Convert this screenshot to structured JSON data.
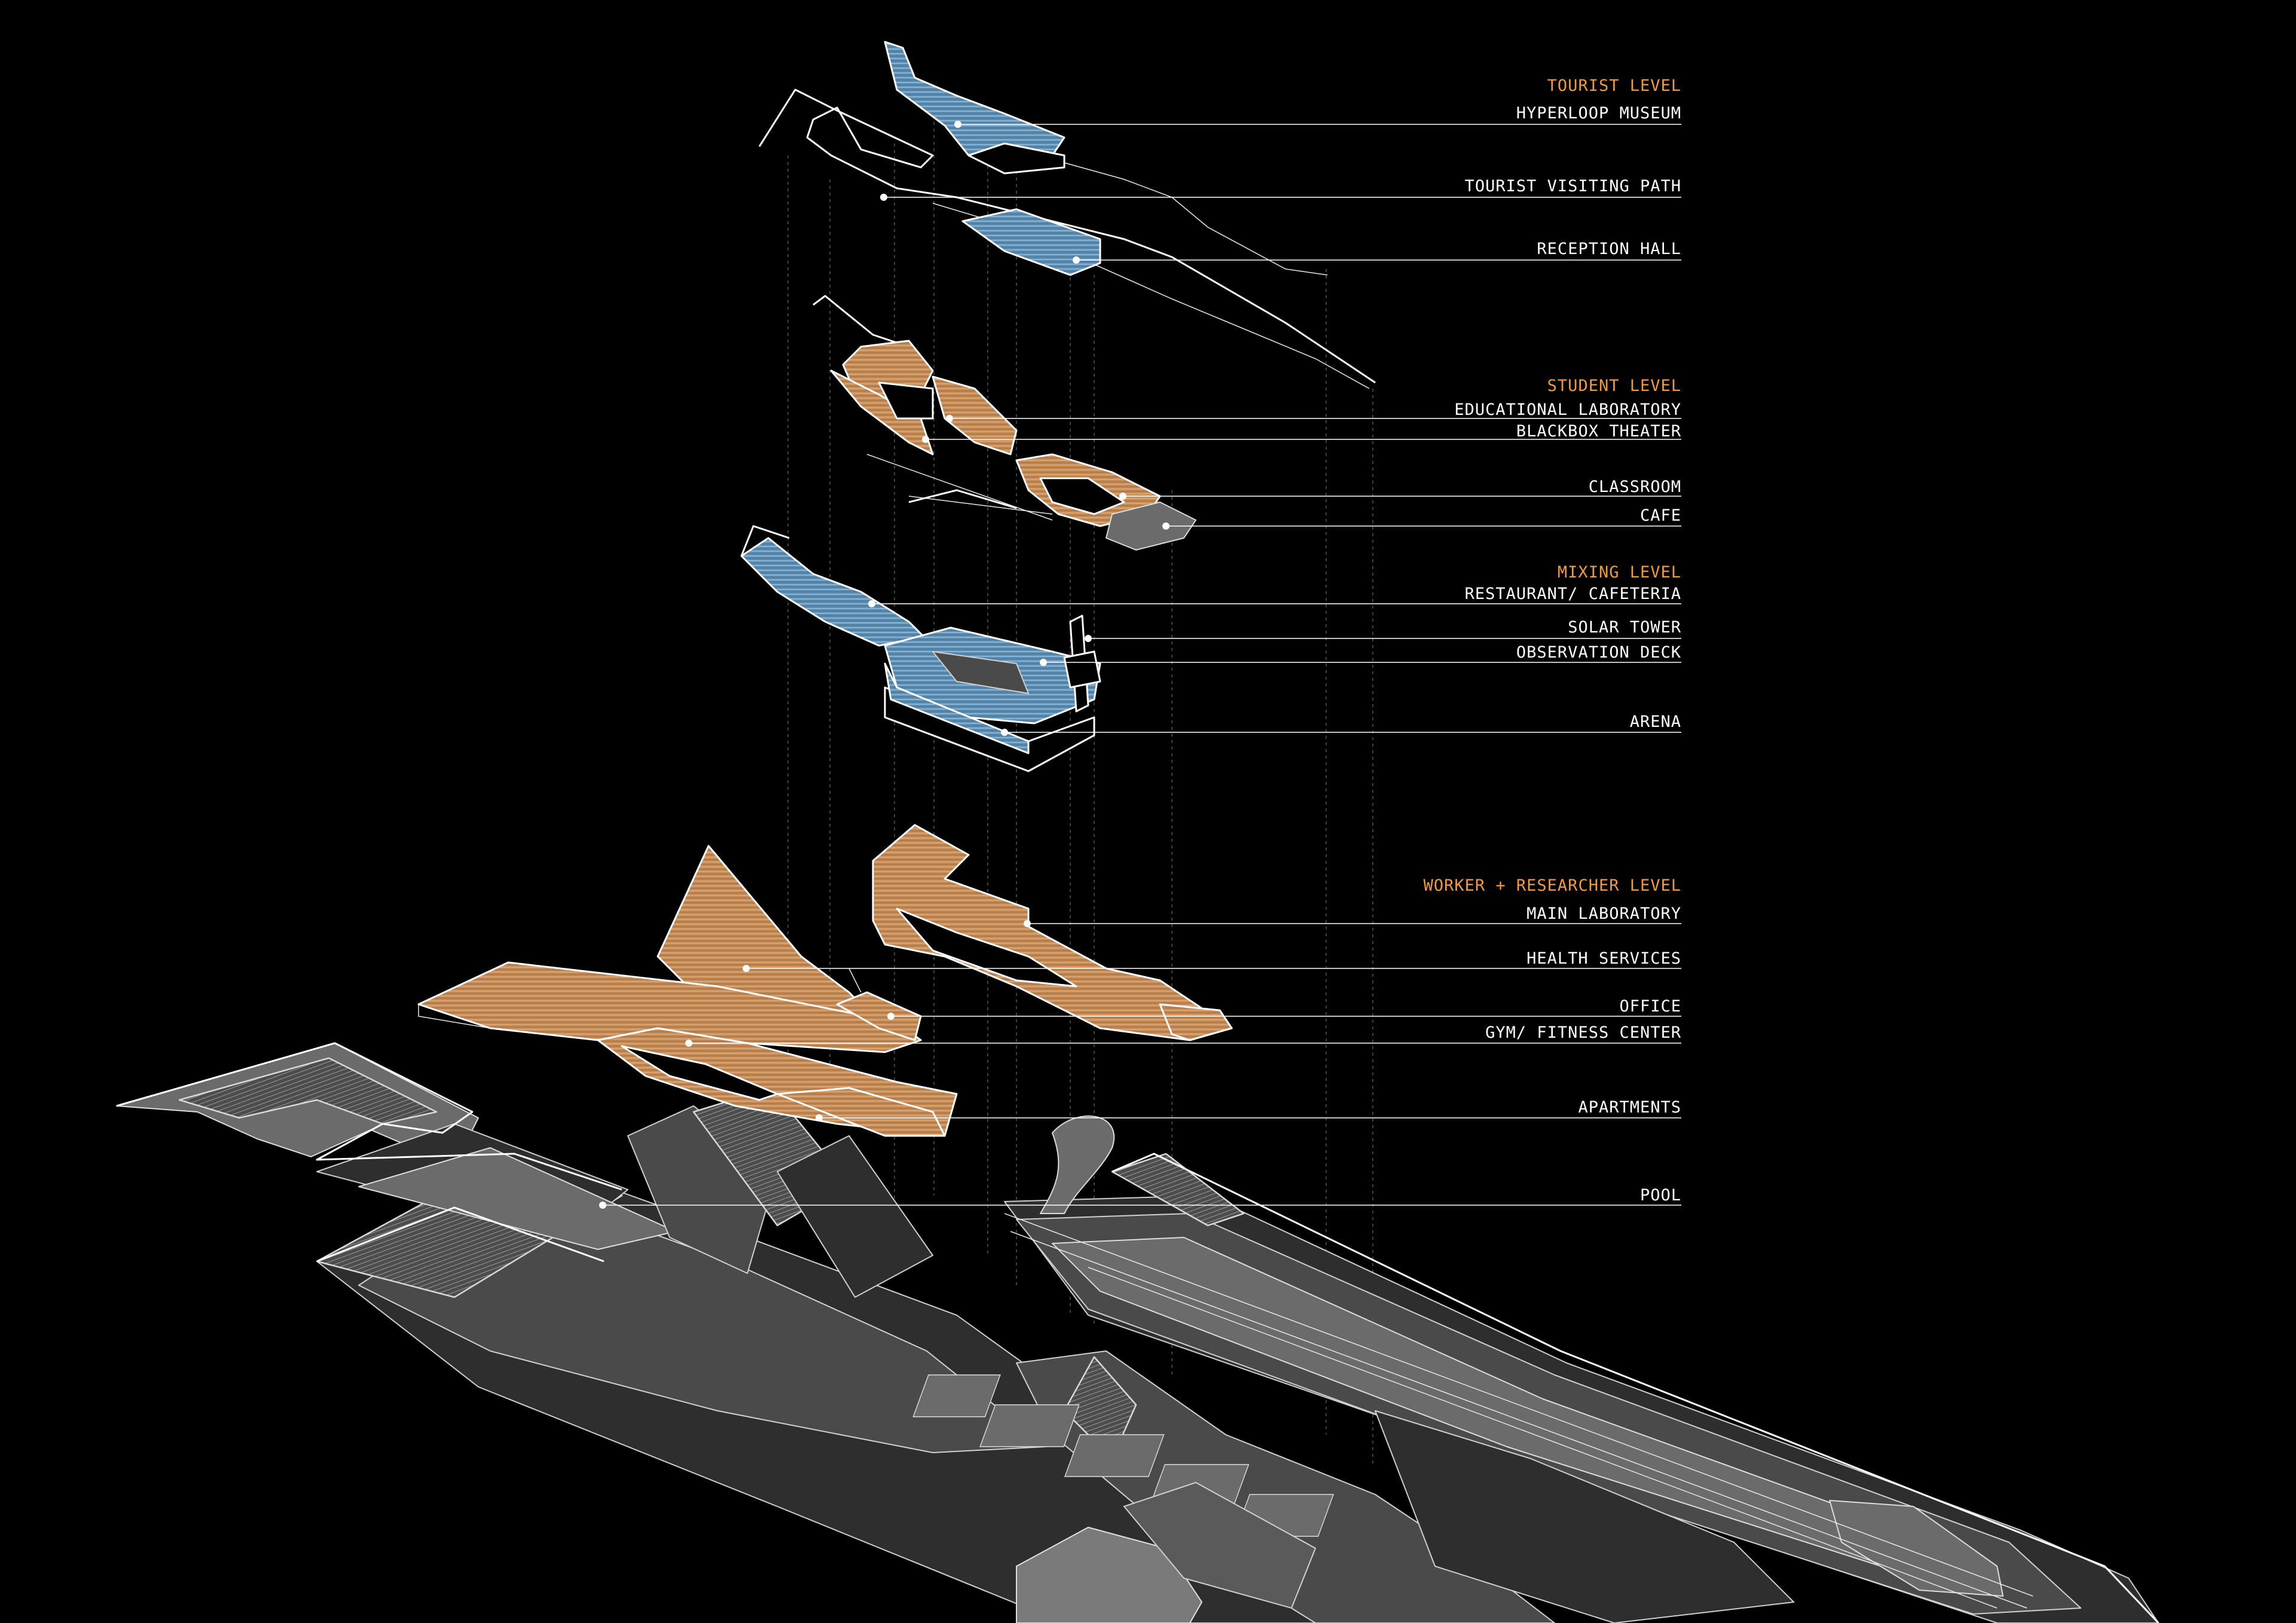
{
  "labels": {
    "tourist_level": "TOURIST LEVEL",
    "hyperloop_museum": "HYPERLOOP MUSEUM",
    "tourist_visiting_path": "TOURIST VISITING PATH",
    "reception_hall": "RECEPTION HALL",
    "student_level": "STUDENT LEVEL",
    "educational_laboratory": "EDUCATIONAL LABORATORY",
    "blackbox_theater": "BLACKBOX THEATER",
    "classroom": "CLASSROOM",
    "cafe": "CAFE",
    "mixing_level": "MIXING LEVEL",
    "restaurant_cafeteria": "RESTAURANT/ CAFETERIA",
    "solar_tower": "SOLAR TOWER",
    "observation_deck": "OBSERVATION DECK",
    "arena": "ARENA",
    "worker_researcher_level": "WORKER + RESEARCHER LEVEL",
    "main_laboratory": "MAIN LABORATORY",
    "health_services": "HEALTH SERVICES",
    "office": "OFFICE",
    "gym_fitness_center": "GYM/ FITNESS CENTER",
    "apartments": "APARTMENTS",
    "pool": "POOL"
  },
  "colors": {
    "background": "#000000",
    "level_heading": "#f29a3f",
    "label_text": "#ffffff",
    "blue_program": "#5f8fb3",
    "orange_program": "#c98f5a",
    "site_grey": "#4a4a4a"
  }
}
